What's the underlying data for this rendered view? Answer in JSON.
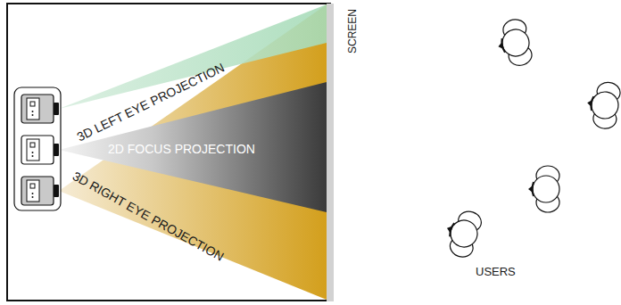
{
  "diagram": {
    "labels": [
      "3D LEFT EYE PROJECTION",
      "2D FOCUS PROJECTION",
      "3D RIGHT EYE PROJECTION",
      "SCREEN",
      "USERS"
    ]
  }
}
